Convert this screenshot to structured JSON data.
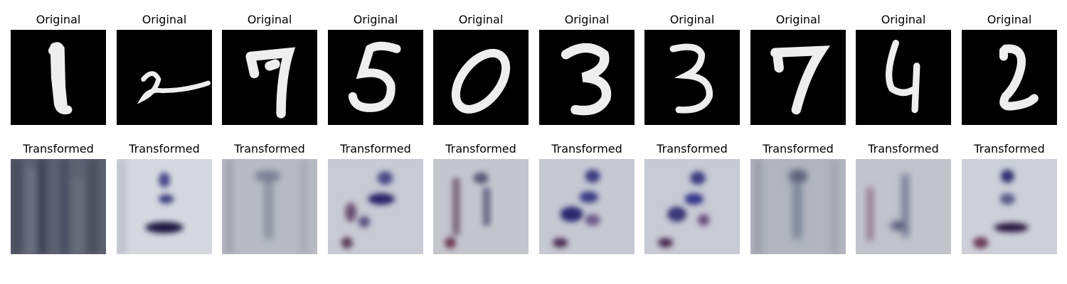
{
  "figure": {
    "original_label": "Original",
    "transformed_label": "Transformed",
    "digits": [
      "1",
      "2",
      "7",
      "5",
      "0",
      "3",
      "3",
      "7",
      "4",
      "2"
    ]
  }
}
